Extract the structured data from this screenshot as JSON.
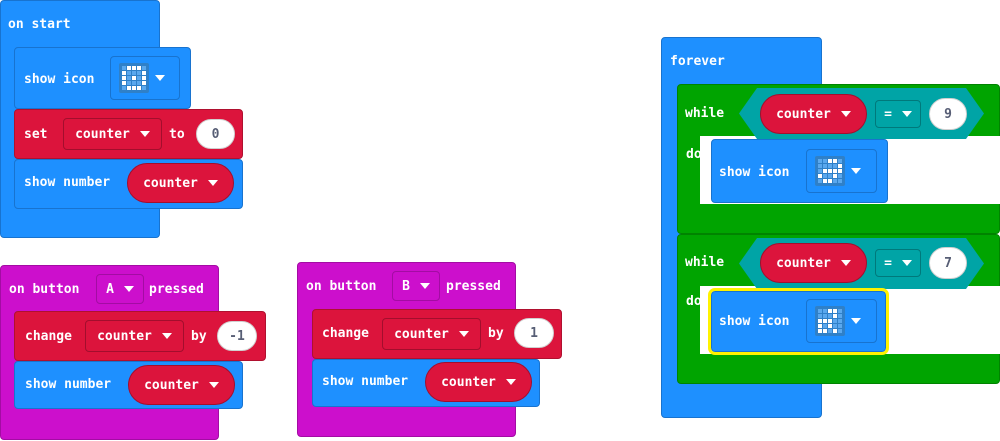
{
  "on_start": {
    "hat": "on start",
    "show_icon_label": "show icon",
    "set_label": "set",
    "set_var": "counter",
    "to_label": "to",
    "to_value": "0",
    "show_number_label": "show number",
    "show_number_var": "counter"
  },
  "button_a": {
    "prefix": "on button",
    "button": "A",
    "suffix": "pressed",
    "change_label": "change",
    "change_var": "counter",
    "by_label": "by",
    "by_value": "-1",
    "show_number_label": "show number",
    "show_number_var": "counter"
  },
  "button_b": {
    "prefix": "on button",
    "button": "B",
    "suffix": "pressed",
    "change_label": "change",
    "change_var": "counter",
    "by_label": "by",
    "by_value": "1",
    "show_number_label": "show number",
    "show_number_var": "counter"
  },
  "forever": {
    "hat": "forever",
    "loop1": {
      "while_label": "while",
      "var": "counter",
      "op": "=",
      "value": "9",
      "do_label": "do",
      "show_icon_label": "show icon"
    },
    "loop2": {
      "while_label": "while",
      "var": "counter",
      "op": "=",
      "value": "7",
      "do_label": "do",
      "show_icon_label": "show icon"
    }
  },
  "colors": {
    "basic": "#1e90ff",
    "variables": "#dc143c",
    "input": "#cc0fcc",
    "loops": "#00a400",
    "logic": "#00a4a6",
    "selected": "#fff200"
  }
}
